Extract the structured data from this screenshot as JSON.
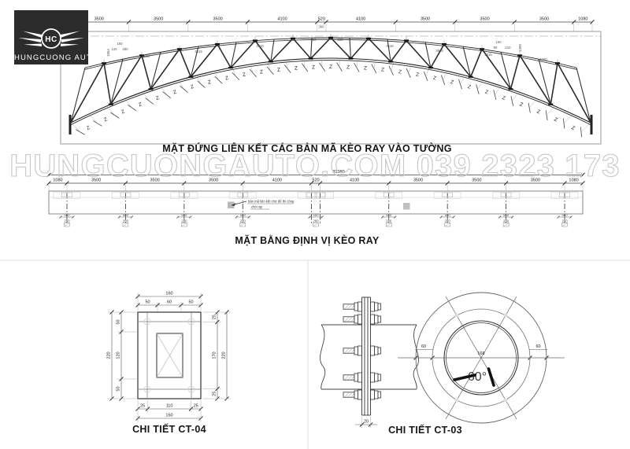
{
  "logo": {
    "initials": "HC",
    "name": "HUNGCUONG AUTO"
  },
  "watermark": "HUNGCUONGAUTO.COM 039 2323 173",
  "elevation": {
    "title": "MẶT ĐỨNG LIÊN KẾT CÁC BẢN MÃ KÈO RAY VÀO TƯỜNG",
    "dims": [
      "3500",
      "3500",
      "3500",
      "4100",
      "520",
      "4100",
      "3500",
      "3500",
      "3500",
      "1080"
    ],
    "small_dims": [
      "160",
      "120",
      "280",
      "1064",
      "3515",
      "4118",
      "360",
      "1398",
      "90",
      "210",
      "1250"
    ],
    "plate_mark": "Z"
  },
  "plan": {
    "title": "MẶT BẰNG ĐỊNH VỊ KÈO RAY",
    "overall_dim": "31980",
    "dims": [
      "1080",
      "3500",
      "3500",
      "3500",
      "4100",
      "520",
      "4100",
      "3500",
      "3500",
      "3500",
      "1080"
    ],
    "column_dims": [
      "560",
      "280"
    ],
    "note_line1": "bản mã liên kết chờ để thi công",
    "note_line2": "chờ ray"
  },
  "ct04": {
    "title": "CHI TIẾT CT-04",
    "top_overall": "160",
    "top_segs": [
      "50",
      "60",
      "50"
    ],
    "left_overall": "220",
    "left_segs": [
      "50",
      "120",
      "50"
    ],
    "right_overall": "220",
    "right_segs": [
      "25",
      "170",
      "25"
    ],
    "bottom_overall": "160",
    "bottom_segs": [
      "25",
      "110",
      "25"
    ]
  },
  "ct03": {
    "title": "CHI TIẾT CT-03",
    "dim_left": "60",
    "dim_center": "168",
    "dim_right": "60",
    "angle": "60°",
    "plate_thickness": "20"
  }
}
